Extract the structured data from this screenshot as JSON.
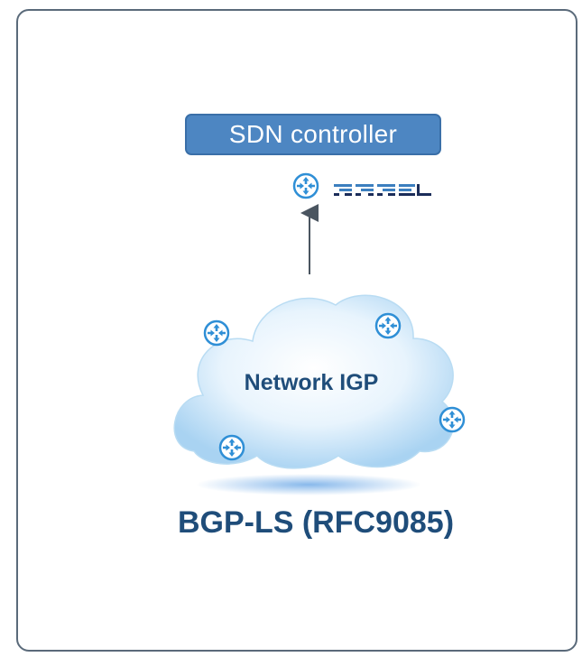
{
  "controller": {
    "label": "SDN controller"
  },
  "cloud": {
    "label": "Network IGP"
  },
  "title": {
    "label": "BGP-LS (RFC9085)"
  },
  "logo": {
    "name": "RARE"
  },
  "colors": {
    "controller_fill": "#4d86c2",
    "text_dark_blue": "#1f4d7a",
    "router_blue": "#2f8fd6",
    "cloud_light": "#e6f3fc",
    "logo_blue": "#3c7fbf",
    "logo_navy": "#1b2d5a"
  },
  "icons": [
    "router-icon",
    "rare-logo",
    "arrow-up-icon",
    "cloud-shape"
  ]
}
